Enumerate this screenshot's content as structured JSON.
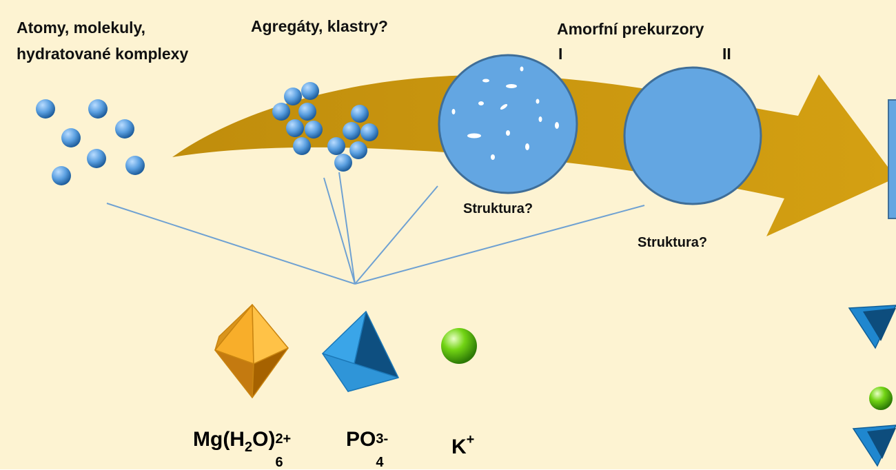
{
  "labels": {
    "atoms_line1": "Atomy, molekuly,",
    "atoms_line2": "hydratované komplexy",
    "aggregates": "Agregáty, klastry?",
    "amorphous": "Amorfní prekurzory",
    "precursor_1": "I",
    "precursor_2": "II",
    "structure_1": "Struktura?",
    "structure_2": "Struktura?"
  },
  "formulas": {
    "mg": {
      "base": "Mg(H",
      "sub": "2",
      "mid": "O)",
      "sup": "2+",
      "stack_sub": "6"
    },
    "po4": {
      "base": "PO",
      "sup": "3-",
      "sub": "4"
    },
    "k": {
      "base": "K",
      "sup": "+"
    }
  },
  "colors": {
    "background": "#fdf3d2",
    "arrow": "#c9980f",
    "sphere": "#5fa3e0",
    "line": "#6fa1d2",
    "octahedron": "#f4a21a",
    "tetrahedron": "#2d97db",
    "potassium": "#66cc11"
  }
}
